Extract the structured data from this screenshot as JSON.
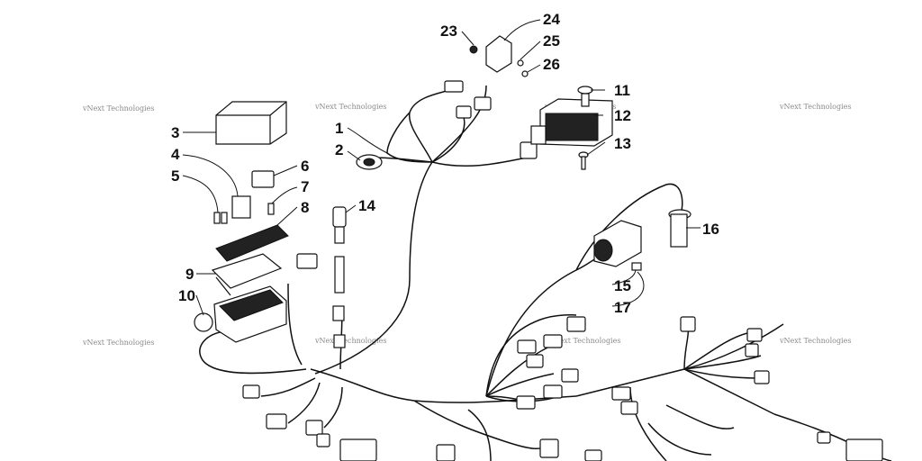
{
  "watermark": "vNext Technologies",
  "callouts": {
    "c1": "1",
    "c2": "2",
    "c3": "3",
    "c4": "4",
    "c5": "5",
    "c6": "6",
    "c7": "7",
    "c8": "8",
    "c9": "9",
    "c10": "10",
    "c11": "11",
    "c12": "12",
    "c13": "13",
    "c14": "14",
    "c15": "15",
    "c16": "16",
    "c17": "17",
    "c23": "23",
    "c24": "24",
    "c25": "25",
    "c26": "26"
  }
}
